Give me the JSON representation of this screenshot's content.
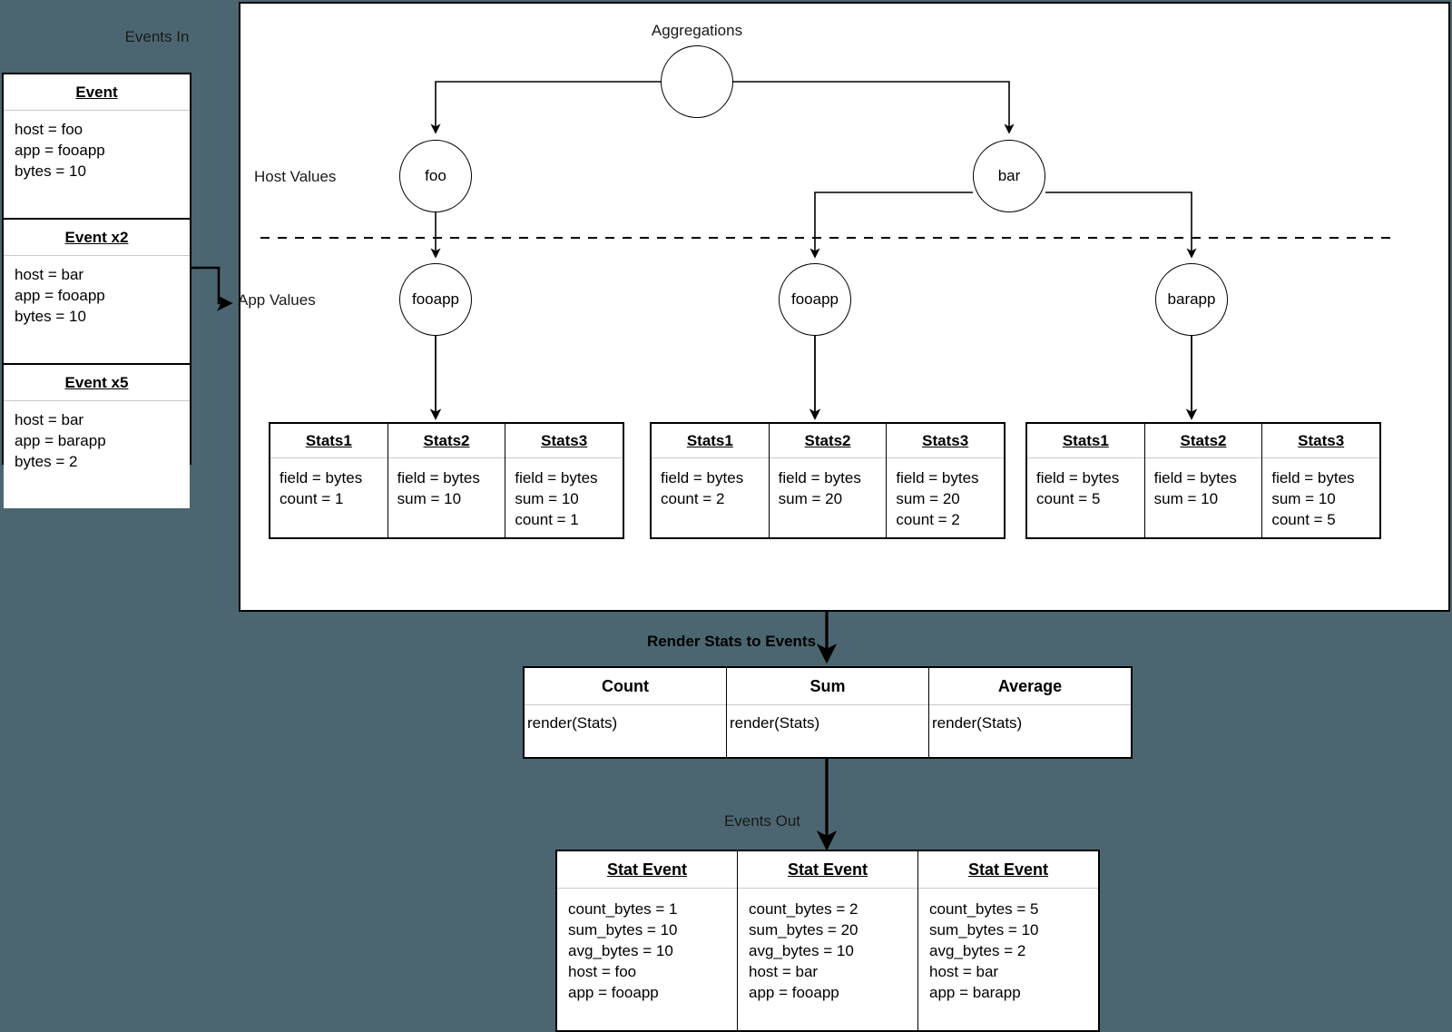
{
  "labels": {
    "events_in": "Events In",
    "aggregations": "Aggregations",
    "host_values": "Host Values",
    "app_values": "App Values",
    "render_stats": "Render Stats to Events",
    "events_out": "Events Out"
  },
  "events_in": [
    {
      "title": "Event",
      "lines": "host = foo\napp = fooapp\nbytes = 10"
    },
    {
      "title": "Event x2",
      "lines": "host = bar\napp = fooapp\nbytes = 10"
    },
    {
      "title": "Event x5",
      "lines": "host = bar\napp = barapp\nbytes = 2"
    }
  ],
  "tree": {
    "root": "",
    "host_nodes": [
      "foo",
      "bar"
    ],
    "app_nodes": [
      "fooapp",
      "fooapp",
      "barapp"
    ]
  },
  "stats_tables": [
    {
      "columns": [
        {
          "header": "Stats1",
          "lines": "field = bytes\ncount = 1"
        },
        {
          "header": "Stats2",
          "lines": "field = bytes\nsum = 10"
        },
        {
          "header": "Stats3",
          "lines": "field = bytes\nsum = 10\ncount = 1"
        }
      ]
    },
    {
      "columns": [
        {
          "header": "Stats1",
          "lines": "field = bytes\ncount = 2"
        },
        {
          "header": "Stats2",
          "lines": "field = bytes\nsum = 20"
        },
        {
          "header": "Stats3",
          "lines": "field = bytes\nsum = 20\ncount = 2"
        }
      ]
    },
    {
      "columns": [
        {
          "header": "Stats1",
          "lines": "field = bytes\ncount = 5"
        },
        {
          "header": "Stats2",
          "lines": "field = bytes\nsum = 10"
        },
        {
          "header": "Stats3",
          "lines": "field = bytes\nsum = 10\ncount = 5"
        }
      ]
    }
  ],
  "render_table": {
    "columns": [
      {
        "header": "Count",
        "value": "render(Stats)"
      },
      {
        "header": "Sum",
        "value": "render(Stats)"
      },
      {
        "header": "Average",
        "value": "render(Stats)"
      }
    ]
  },
  "events_out": [
    {
      "title": "Stat Event",
      "lines": "count_bytes = 1\nsum_bytes = 10\navg_bytes = 10\nhost = foo\napp = fooapp"
    },
    {
      "title": "Stat Event",
      "lines": "count_bytes = 2\nsum_bytes = 20\navg_bytes = 10\nhost = bar\napp = fooapp"
    },
    {
      "title": "Stat Event",
      "lines": "count_bytes = 5\nsum_bytes = 10\navg_bytes = 2\nhost = bar\napp = barapp"
    }
  ],
  "colors": {
    "background": "#4b6670",
    "panel": "#ffffff",
    "stroke": "#000000",
    "divider": "#c9c9c9"
  }
}
